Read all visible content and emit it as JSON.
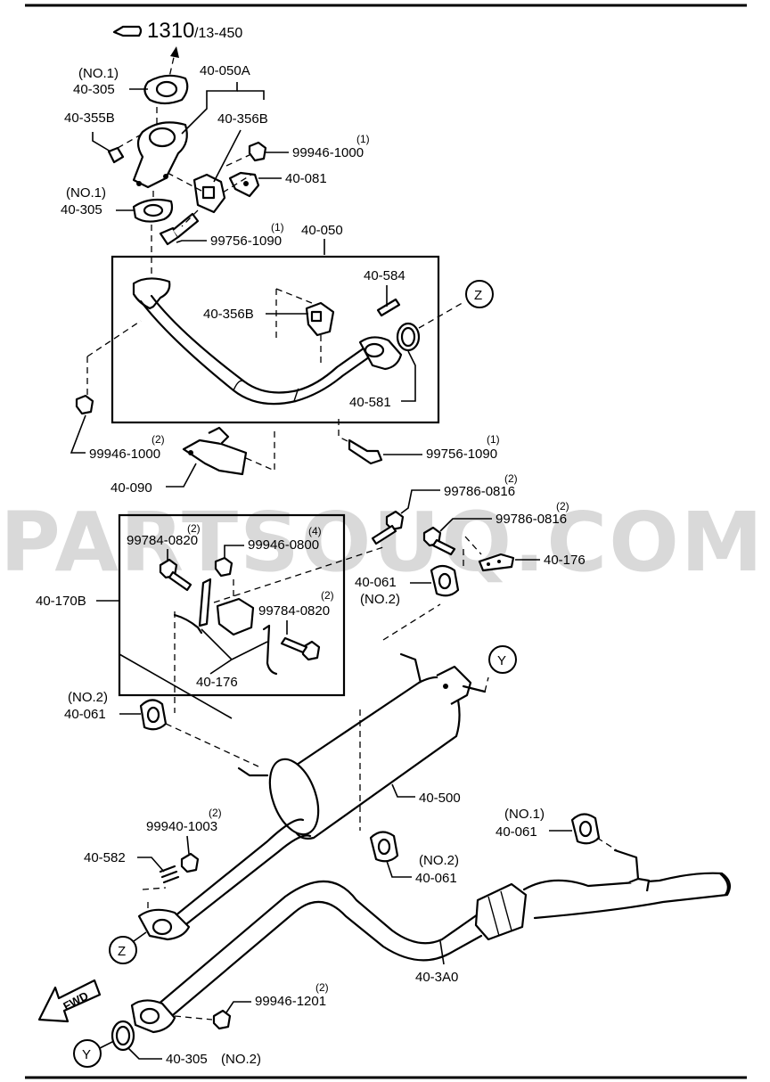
{
  "reference": {
    "main": "1310",
    "sub": "/13-450"
  },
  "watermark": "PARTSOUQ.COM",
  "fwd_label": "FWD",
  "parts": {
    "gasket_no1_top": {
      "note": "(NO.1)",
      "code": "40-305"
    },
    "front_pipe_upper": {
      "code": "40-050A"
    },
    "bolt_355b": {
      "code": "40-355B"
    },
    "bracket_356b_top": {
      "code": "40-356B"
    },
    "nut_1000_top": {
      "code": "99946-1000",
      "qty": "(1)"
    },
    "stud_081": {
      "code": "40-081"
    },
    "gasket_no1_mid": {
      "note": "(NO.1)",
      "code": "40-305"
    },
    "bolt_1090_top": {
      "code": "99756-1090",
      "qty": "(1)"
    },
    "front_pipe_assy": {
      "code": "40-050"
    },
    "sensor_584": {
      "code": "40-584"
    },
    "bracket_356b_mid": {
      "code": "40-356B"
    },
    "ring_581": {
      "code": "40-581"
    },
    "nut_1000_mid": {
      "code": "99946-1000",
      "qty": "(2)"
    },
    "bolt_1090_mid": {
      "code": "99756-1090",
      "qty": "(1)"
    },
    "bracket_090": {
      "code": "40-090"
    },
    "bolt_0816_a": {
      "code": "99786-0816",
      "qty": "(2)"
    },
    "bolt_0816_b": {
      "code": "99786-0816",
      "qty": "(2)"
    },
    "hanger_176_right": {
      "code": "40-176"
    },
    "rubber_061_mid": {
      "code": "40-061",
      "note": "(NO.2)"
    },
    "bolt_0820_a": {
      "code": "99784-0820",
      "qty": "(2)"
    },
    "nut_0800": {
      "code": "99946-0800",
      "qty": "(4)"
    },
    "hanger_assy_170b": {
      "code": "40-170B"
    },
    "bolt_0820_b": {
      "code": "99784-0820",
      "qty": "(2)"
    },
    "hanger_176_box": {
      "code": "40-176"
    },
    "rubber_061_left": {
      "note": "(NO.2)",
      "code": "40-061"
    },
    "muffler_500": {
      "code": "40-500"
    },
    "rubber_061_right": {
      "note": "(NO.1)",
      "code": "40-061"
    },
    "nut_1003": {
      "code": "99940-1003",
      "qty": "(2)"
    },
    "spring_582": {
      "code": "40-582"
    },
    "rubber_061_lower": {
      "note": "(NO.2)",
      "code": "40-061"
    },
    "center_pipe_3a0": {
      "code": "40-3A0"
    },
    "nut_1201": {
      "code": "99946-1201",
      "qty": "(2)"
    },
    "gasket_no2_bottom": {
      "code": "40-305",
      "note": "(NO.2)"
    }
  },
  "connectors": {
    "z": "Z",
    "y": "Y"
  }
}
